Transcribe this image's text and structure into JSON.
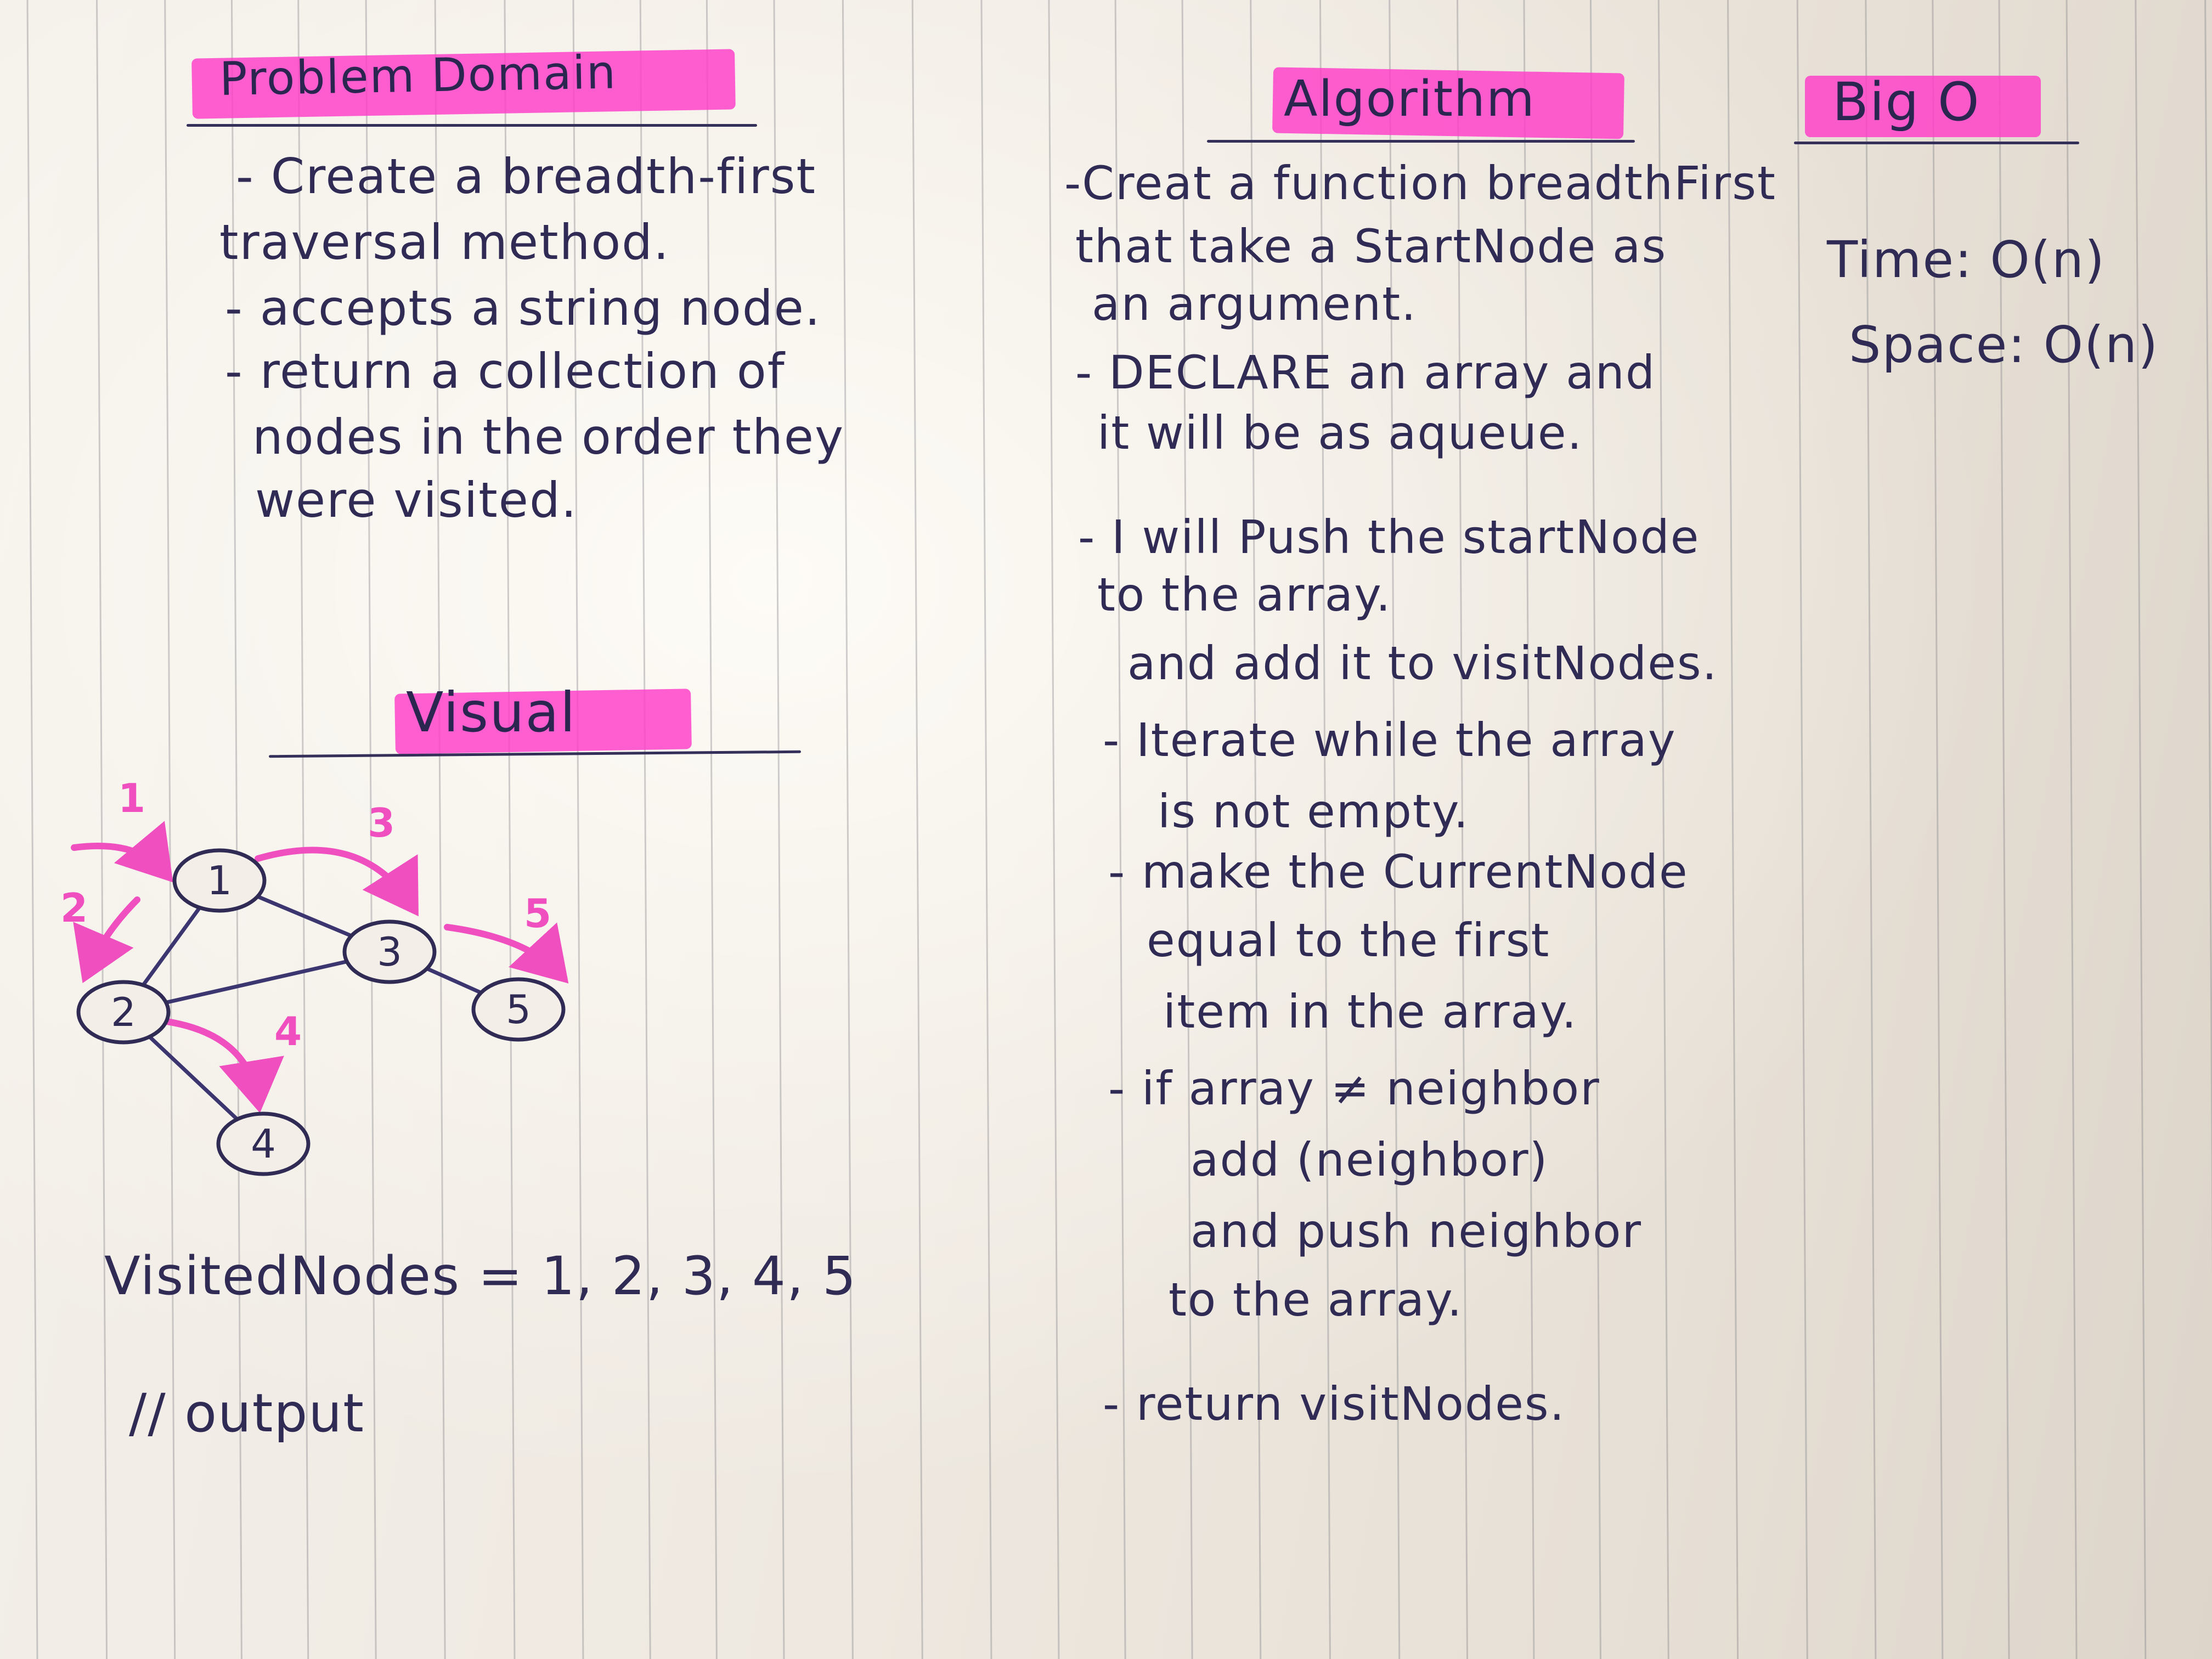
{
  "problem_domain": {
    "heading": "Problem Domain",
    "lines": [
      "- Create a breadth-first",
      "traversal method.",
      "- accepts a string node.",
      "- return a collection of",
      "nodes in the order they",
      "were visited."
    ]
  },
  "algorithm": {
    "heading": "Algorithm",
    "lines": [
      "-Creat a function breadthFirst",
      "that take a StartNode as",
      "an argument.",
      "- DECLARE an array and",
      "it will be as aqueue.",
      "- I will Push the startNode",
      "to the array.",
      "and add it to visitNodes.",
      "- Iterate while the array",
      "is not empty.",
      "- make the CurrentNode",
      "equal to the first",
      "item in the array.",
      "- if array ≠ neighbor",
      "add (neighbor)",
      "and push neighbor",
      "to the array.",
      "- return visitNodes."
    ]
  },
  "big_o": {
    "heading": "Big O",
    "time": "Time: O(n)",
    "space": "Space: O(n)"
  },
  "visual": {
    "heading": "Visual",
    "nodes": [
      "1",
      "2",
      "3",
      "4",
      "5"
    ],
    "order_marks": [
      "1",
      "2",
      "3",
      "4",
      "5"
    ],
    "visited_line": "VisitedNodes = 1, 2, 3, 4, 5",
    "comment": "// output"
  },
  "colors": {
    "ink": "#2f2b55",
    "highlighter": "#ff3cc8",
    "paper": "#f1ece5"
  }
}
